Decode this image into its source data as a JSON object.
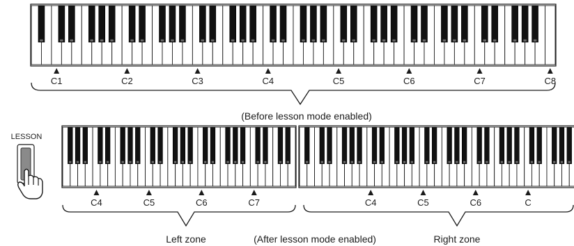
{
  "top_keyboard": {
    "markers": [
      "C1",
      "C2",
      "C3",
      "C4",
      "C5",
      "C6",
      "C7",
      "C8"
    ],
    "caption": "(Before lesson mode enabled)"
  },
  "lesson_button": {
    "label": "LESSON"
  },
  "left_zone": {
    "markers": [
      "C4",
      "C5",
      "C6",
      "C7"
    ],
    "label": "Left zone"
  },
  "right_zone": {
    "markers": [
      "C4",
      "C5",
      "C6",
      "C"
    ],
    "label": "Right zone"
  },
  "bottom_caption": "(After lesson mode enabled)"
}
